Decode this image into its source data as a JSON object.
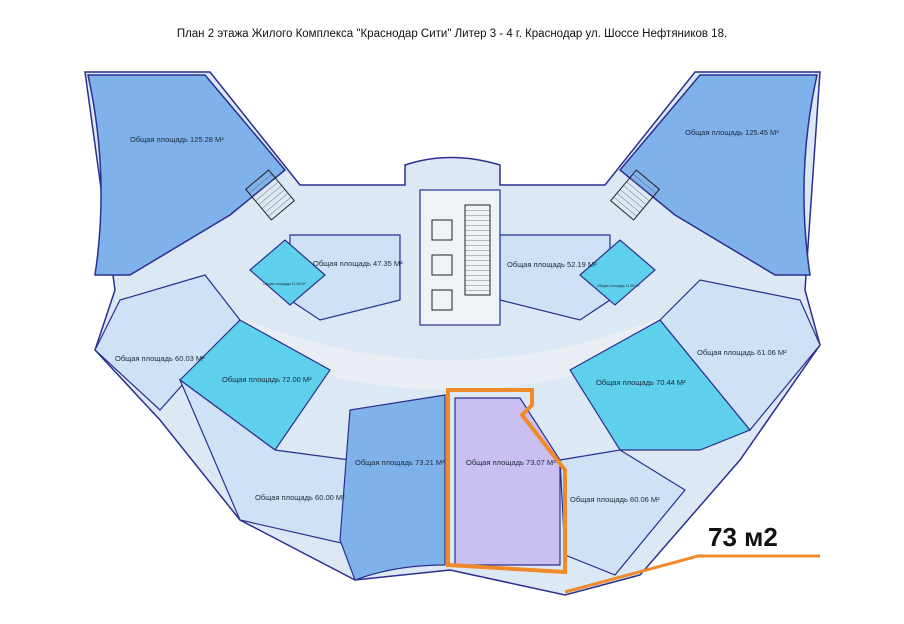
{
  "title": "План 2 этажа Жилого Комплекса \"Краснодар Сити\" Литер 3 - 4 г. Краснодар ул. Шоссе Нефтяников 18.",
  "rooms": [
    {
      "id": "a",
      "label": "Общая площадь 125.28 М²",
      "color": "#7fb2ea"
    },
    {
      "id": "b",
      "label": "Общая площадь 125.45 М²",
      "color": "#7fb2ea"
    },
    {
      "id": "c",
      "label": "Общая площадь 47.35 М²",
      "color": "#cfe1f4"
    },
    {
      "id": "d",
      "label": "Общая площадь 52.19 М²",
      "color": "#cfe1f4"
    },
    {
      "id": "e",
      "label": "Общая площадь 11.59 М²",
      "color": "#5fd0ec"
    },
    {
      "id": "f",
      "label": "Общая площадь 11.59 М²",
      "color": "#5fd0ec"
    },
    {
      "id": "g",
      "label": "Общая площадь 60.03 М²",
      "color": "#cfe1f4"
    },
    {
      "id": "h",
      "label": "Общая площадь 72.00 М²",
      "color": "#5fd0ec"
    },
    {
      "id": "i",
      "label": "Общая площадь 70.44 М²",
      "color": "#5fd0ec"
    },
    {
      "id": "j",
      "label": "Общая площадь 61.06 М²",
      "color": "#cfe1f4"
    },
    {
      "id": "k",
      "label": "Общая площадь 60.00 М²",
      "color": "#cfe1f4"
    },
    {
      "id": "l",
      "label": "Общая площадь 73.21 М²",
      "color": "#7fb2ea"
    },
    {
      "id": "m",
      "label": "Общая площадь 73.07 М²",
      "color": "#c9bff0"
    },
    {
      "id": "n",
      "label": "Общая площадь 60.06 М²",
      "color": "#cfe1f4"
    }
  ],
  "callout": "73 м2",
  "colors": {
    "highlight": "#f08a2a",
    "wall": "#2b2f8f",
    "floor": "#dce9f5"
  }
}
